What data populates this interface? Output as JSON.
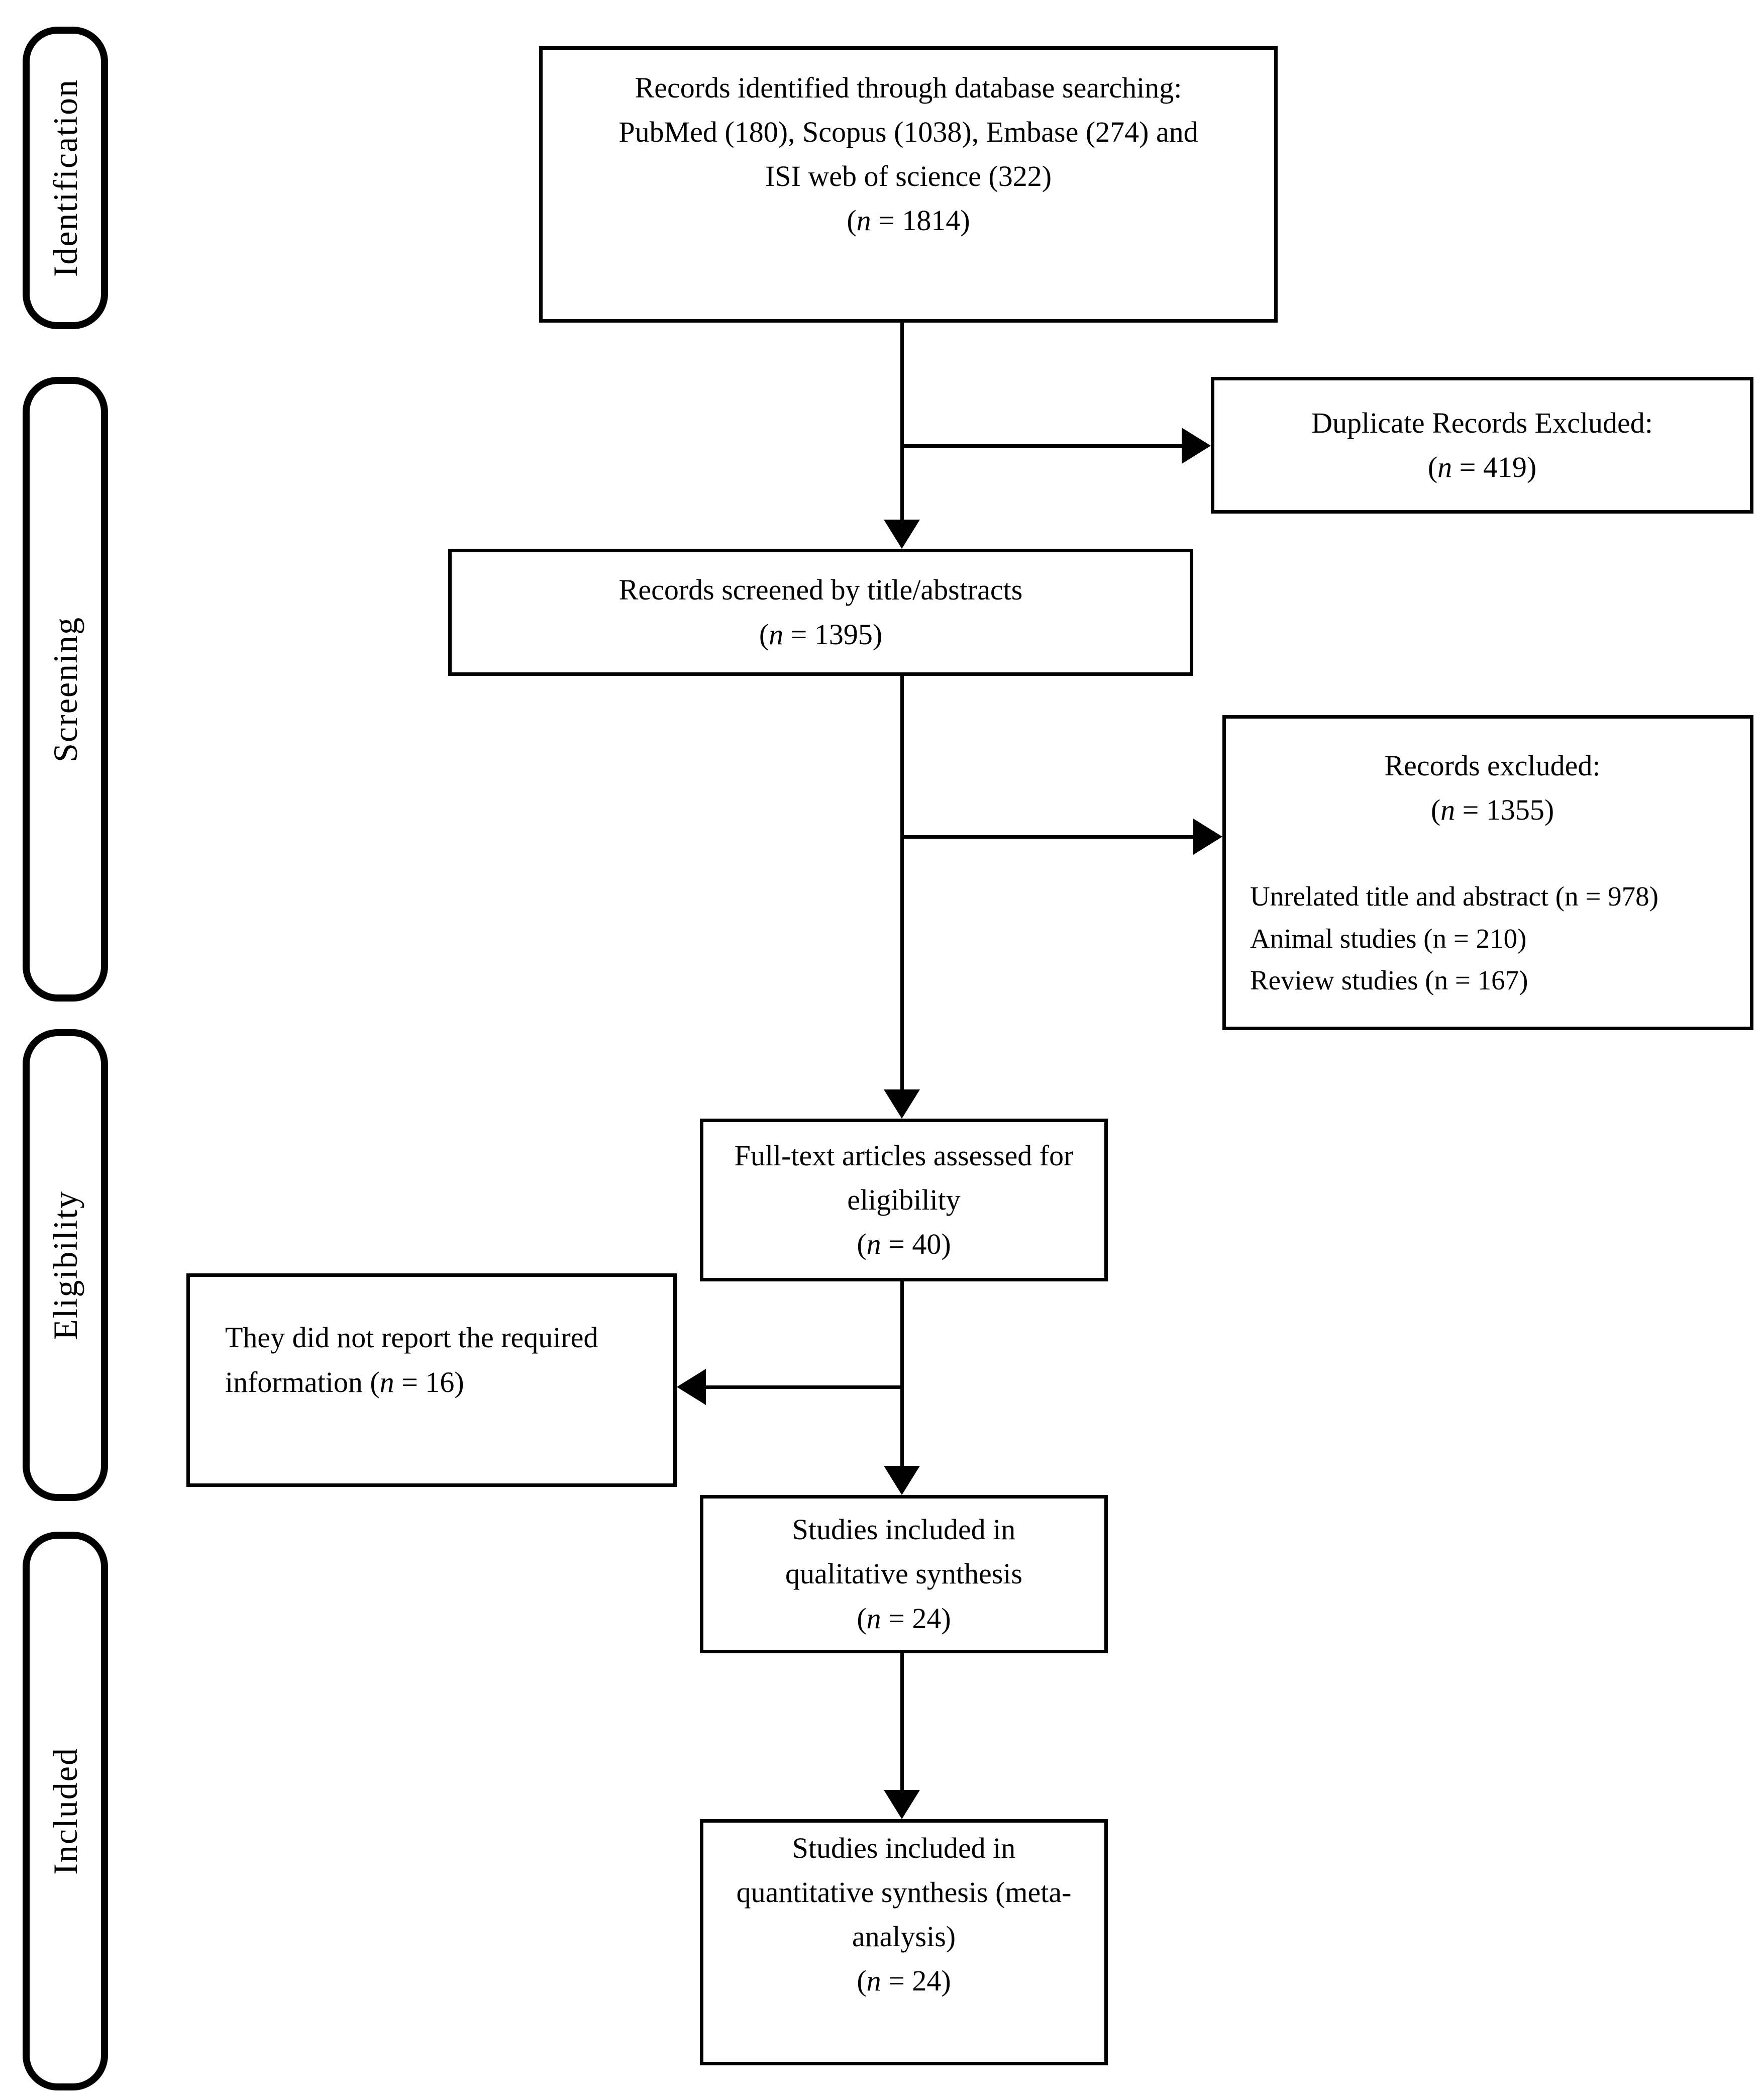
{
  "title": "PRISMA study selection flow diagram",
  "colors": {
    "background": "#ffffff",
    "line": "#000000",
    "text": "#000000"
  },
  "glyphs": {
    "open_paren": "(",
    "n_italic": "n",
    "equals": " = ",
    "close_paren": ")"
  },
  "stages": [
    {
      "label": "Identification"
    },
    {
      "label": "Screening"
    },
    {
      "label": "Eligibility"
    },
    {
      "label": "Included"
    }
  ],
  "boxes": {
    "identified": {
      "lines": [
        "Records identified through database searching:",
        "PubMed (180), Scopus (1038), Embase (274) and",
        "ISI web of science (322)"
      ],
      "n_value": "1814"
    },
    "duplicates": {
      "lines": [
        "Duplicate Records Excluded:"
      ],
      "n_value": "419"
    },
    "screened": {
      "lines": [
        "Records screened by title/abstracts"
      ],
      "n_value": "1395"
    },
    "excluded": {
      "heading": "Records excluded:",
      "n_value": "1355",
      "items": [
        "Unrelated title and abstract (n = 978)",
        "Animal studies (n = 210)",
        "Review studies (n = 167)"
      ]
    },
    "fulltext": {
      "lines": [
        "Full-text articles assessed for",
        "eligibility"
      ],
      "n_value": "40"
    },
    "not_reported": {
      "line1": "They did not report the required",
      "line2_prefix": "information ",
      "n_value": "16"
    },
    "qualitative": {
      "lines": [
        "Studies included in",
        "qualitative synthesis"
      ],
      "n_value": "24"
    },
    "quantitative": {
      "lines": [
        "Studies included in",
        "quantitative synthesis (meta-",
        "analysis)"
      ],
      "n_value": "24"
    }
  }
}
